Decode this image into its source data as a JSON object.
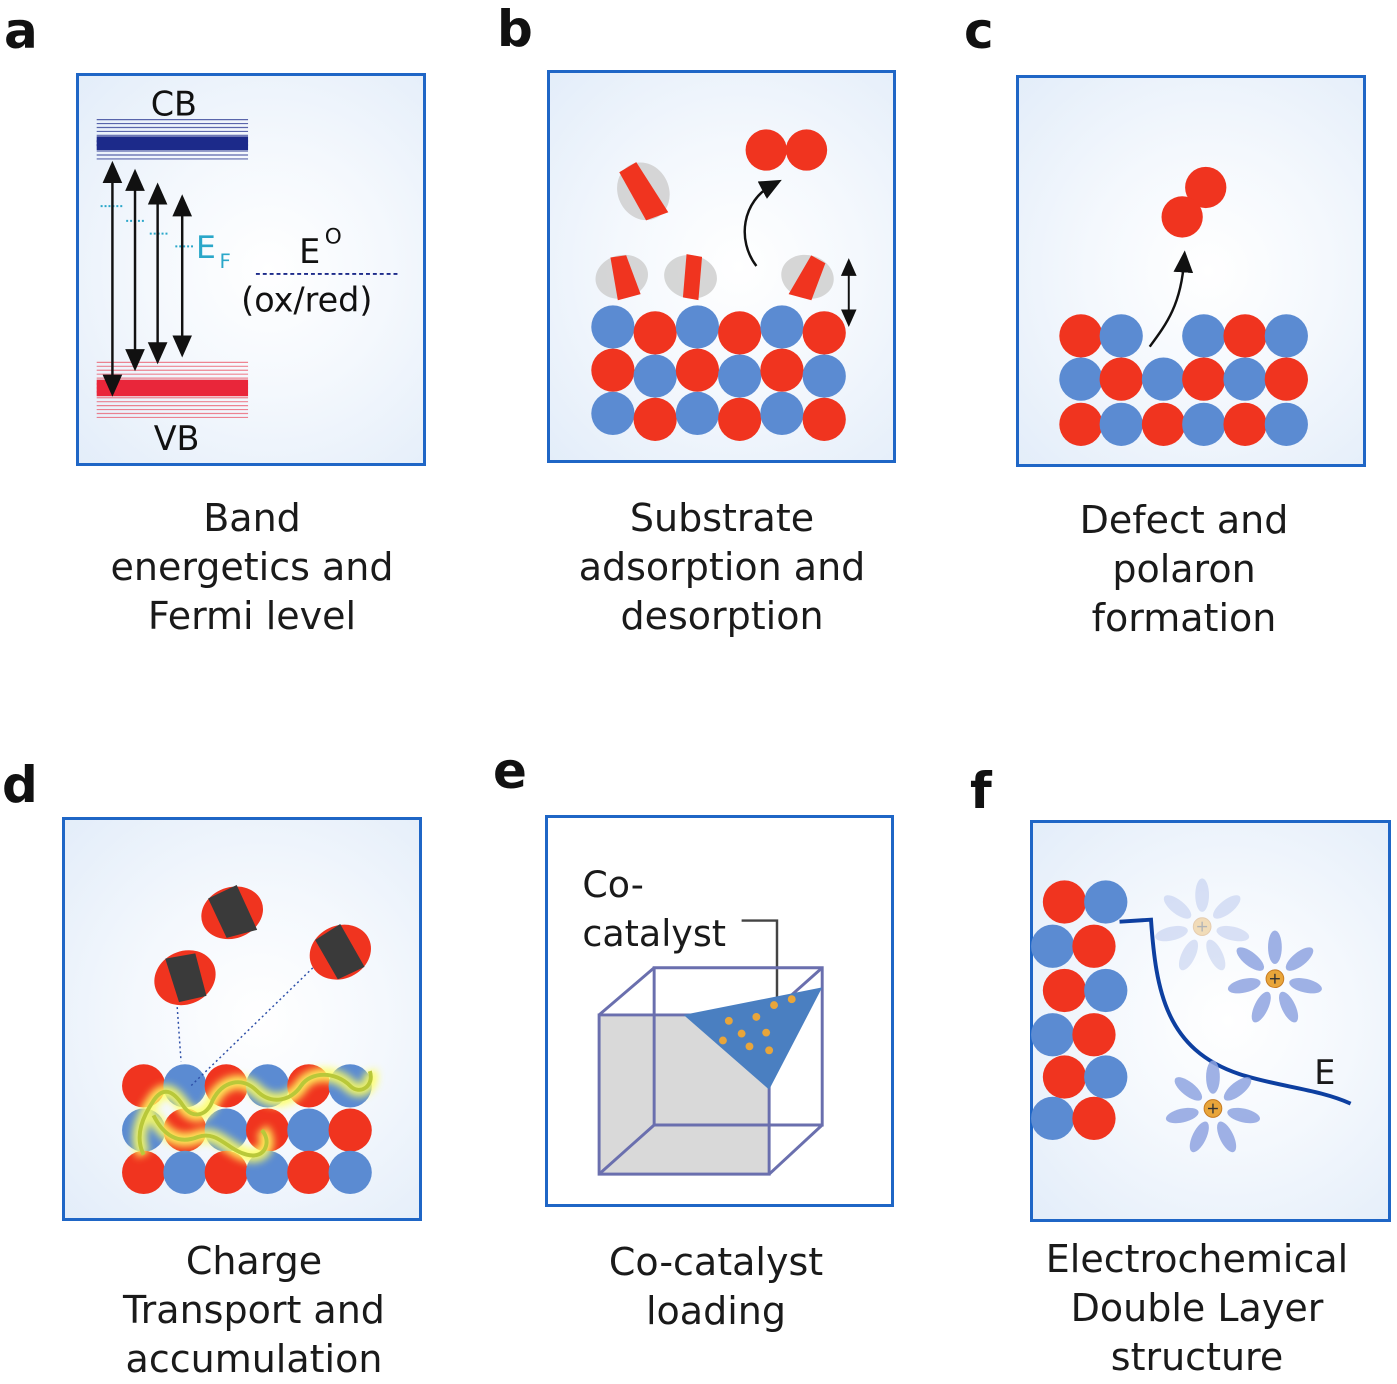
{
  "panels": {
    "a": {
      "letter": "a",
      "cb_label": "CB",
      "vb_label": "VB",
      "fermi_main": "E",
      "fermi_sub": "F",
      "redox_main": "E",
      "redox_sup": "O",
      "redox_sub": "(ox/red)",
      "caption": [
        "Band",
        "energetics and",
        "Fermi level"
      ]
    },
    "b": {
      "letter": "b",
      "caption": [
        "Substrate",
        "adsorption and",
        "desorption"
      ]
    },
    "c": {
      "letter": "c",
      "caption": [
        "Defect and",
        "polaron",
        "formation"
      ]
    },
    "d": {
      "letter": "d",
      "caption": [
        "Charge",
        "Transport and",
        "accumulation"
      ]
    },
    "e": {
      "letter": "e",
      "cocat_line1": "Co-",
      "cocat_line2": "catalyst",
      "caption": [
        "Co-catalyst",
        "loading"
      ]
    },
    "f": {
      "letter": "f",
      "field_label": "E",
      "caption": [
        "Electrochemical",
        "Double Layer",
        "structure"
      ]
    }
  },
  "colors": {
    "frame": "#1f66c6",
    "red_atom": "#f0341f",
    "blue_atom": "#5b8bd2",
    "dark_adsorbate": "#3a3a3a",
    "cb_band": "#1c2a8a",
    "vb_band": "#e9263a",
    "fermi": "#2aa7c9",
    "cocatalyst_particle": "#e8a53a",
    "field_curve": "#0d3fa0"
  }
}
